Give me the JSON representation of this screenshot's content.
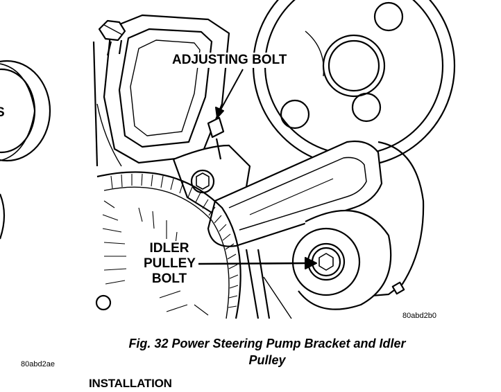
{
  "figure": {
    "callouts": {
      "adjusting_bolt": "ADJUSTING BOLT",
      "idler_pulley_bolt": [
        "IDLER",
        "PULLEY",
        "BOLT"
      ]
    },
    "image_code": "80abd2b0",
    "left_image_code": "80abd2ae",
    "left_fragment_text": "S"
  },
  "caption": {
    "line1": "Fig. 32 Power Steering Pump Bracket and Idler",
    "line2": "Pulley"
  },
  "section_heading": "INSTALLATION"
}
